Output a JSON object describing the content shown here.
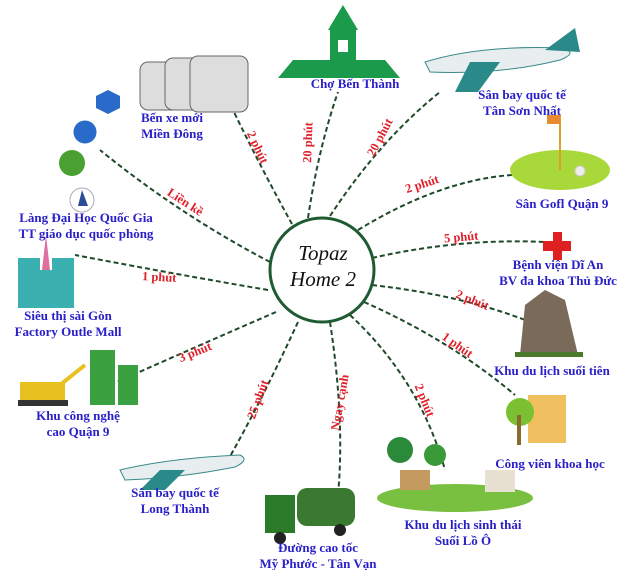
{
  "center": {
    "line1": "Topaz",
    "line2": "Home 2"
  },
  "colors": {
    "label": "#2a20c8",
    "time": "#e0202a",
    "circle": "#1e5a32",
    "line": "#1e4a2a"
  },
  "destinations": [
    {
      "name": [
        "Chợ Bến Thành"
      ],
      "time": "20 phút",
      "icon": "market-gate-icon"
    },
    {
      "name": [
        "Sân bay quốc tế",
        "Tân Sơn Nhất"
      ],
      "time": "20 phút",
      "icon": "airplane-icon"
    },
    {
      "name": [
        "Sân Gofl Quận 9"
      ],
      "time": "2 phút",
      "icon": "golf-course-icon"
    },
    {
      "name": [
        "Bệnh viện Dĩ An",
        "BV đa khoa Thủ Đức"
      ],
      "time": "5 phút",
      "icon": "red-cross-icon"
    },
    {
      "name": [
        "Khu du lịch suối tiên"
      ],
      "time": "2 phút",
      "icon": "stone-temple-icon"
    },
    {
      "name": [
        "Công viên khoa học"
      ],
      "time": "1 phút",
      "icon": "park-building-icon"
    },
    {
      "name": [
        "Khu du lịch sinh thái",
        "Suối Lồ Ô"
      ],
      "time": "2 phút",
      "icon": "eco-resort-icon"
    },
    {
      "name": [
        "Đường cao tốc",
        "Mỹ Phước - Tân Vạn"
      ],
      "time": "Ngay cạnh",
      "icon": "truck-icon"
    },
    {
      "name": [
        "Sân bay quốc tế",
        "Long Thành"
      ],
      "time": "25 phút",
      "icon": "airplane-icon"
    },
    {
      "name": [
        "Khu công nghệ",
        "cao Quận 9"
      ],
      "time": "3 phút",
      "icon": "excavator-icon"
    },
    {
      "name": [
        "Siêu thị sài Gòn",
        "Factory Outle Mall"
      ],
      "time": "1 phút",
      "icon": "cathedral-icon"
    },
    {
      "name": [
        "Làng Đại Học Quốc Gia",
        "TT giáo dục quốc phòng"
      ],
      "time": "Liền kề",
      "icon": "university-logos-icon"
    },
    {
      "name": [
        "Bến xe mới",
        "Miền Đông"
      ],
      "time": "2 phút",
      "icon": "bus-icon"
    }
  ]
}
